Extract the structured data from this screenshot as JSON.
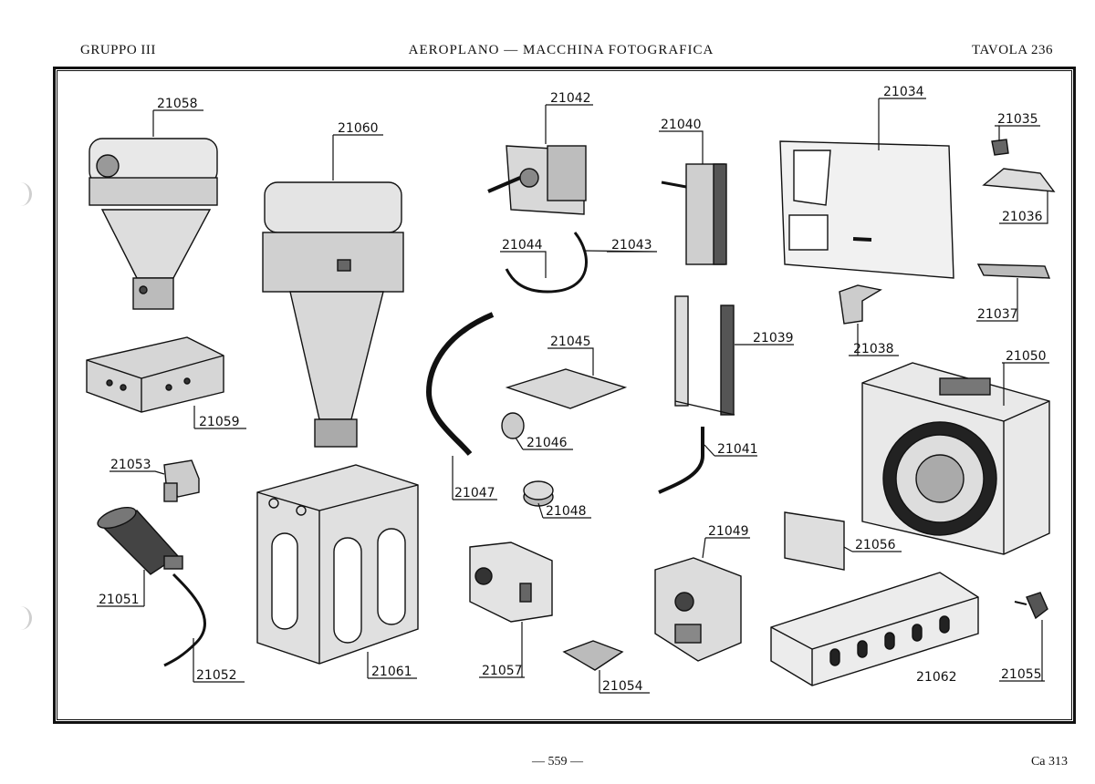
{
  "header": {
    "group": "GRUPPO III",
    "title": "AEROPLANO — MACCHINA FOTOGRAFICA",
    "plate": "TAVOLA 236"
  },
  "footer": {
    "page": "— 559 —",
    "code": "Ca 313"
  },
  "parts": {
    "p21058": "21058",
    "p21060": "21060",
    "p21042": "21042",
    "p21040": "21040",
    "p21034": "21034",
    "p21035": "21035",
    "p21036": "21036",
    "p21037": "21037",
    "p21044": "21044",
    "p21043": "21043",
    "p21045": "21045",
    "p21039": "21039",
    "p21038": "21038",
    "p21050": "21050",
    "p21059": "21059",
    "p21046": "21046",
    "p21041": "21041",
    "p21053": "21053",
    "p21047": "21047",
    "p21048": "21048",
    "p21049": "21049",
    "p21056": "21056",
    "p21051": "21051",
    "p21057": "21057",
    "p21055": "21055",
    "p21052": "21052",
    "p21061": "21061",
    "p21054": "21054",
    "p21062": "21062"
  }
}
